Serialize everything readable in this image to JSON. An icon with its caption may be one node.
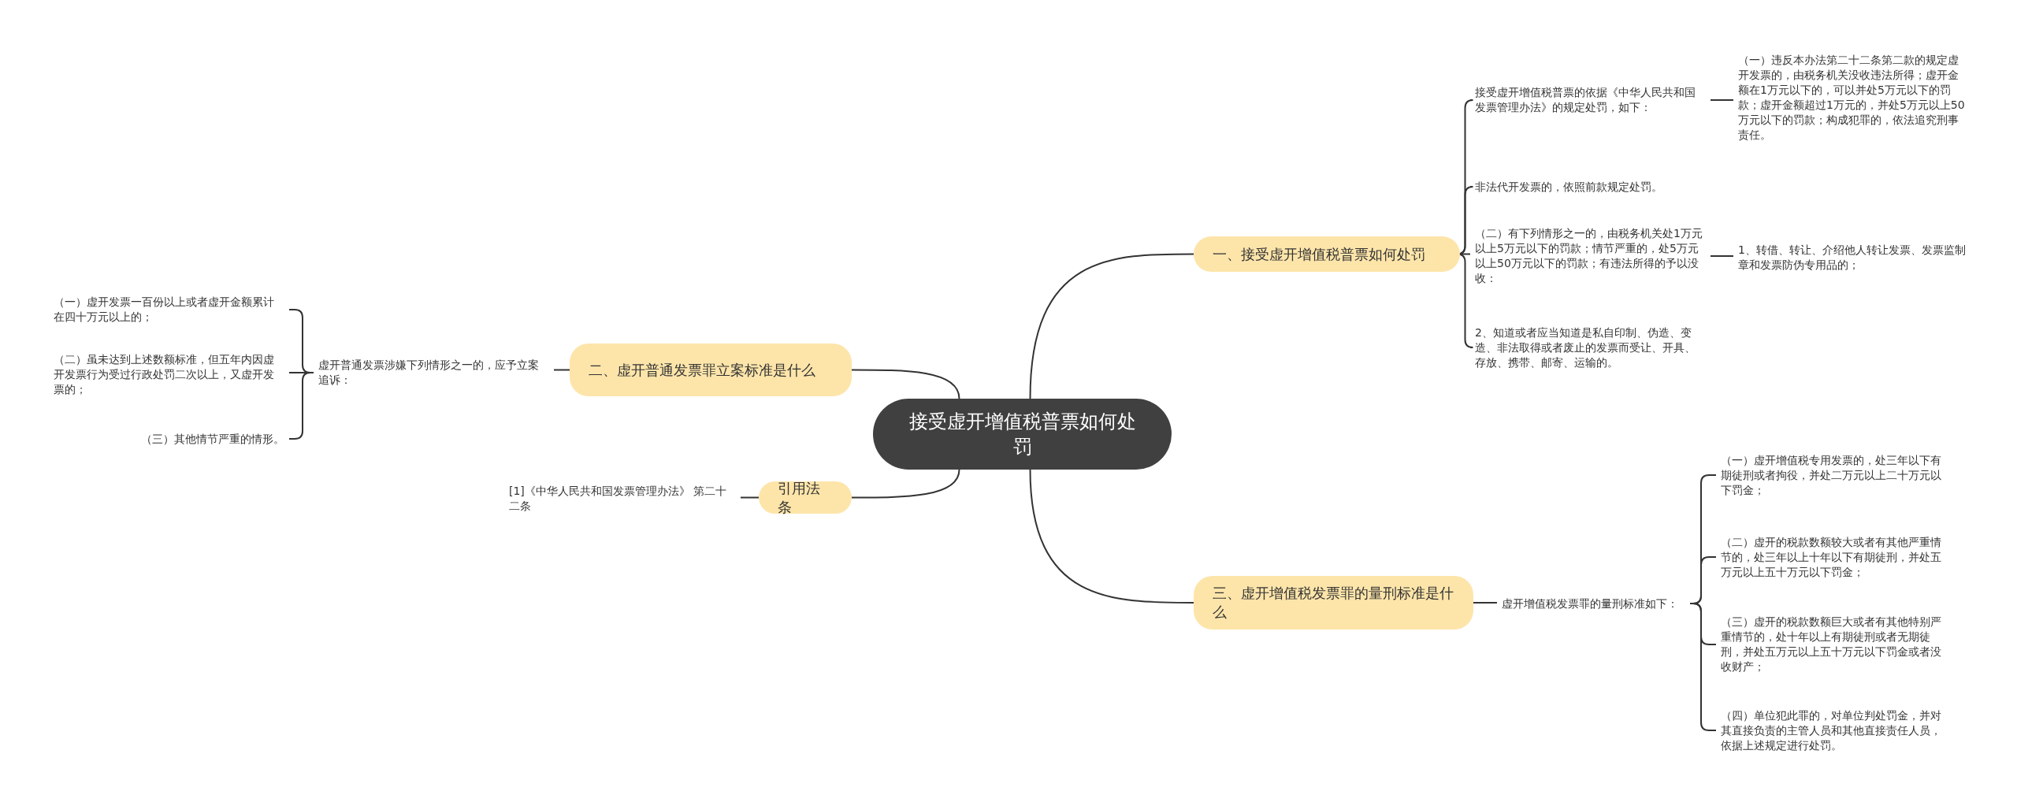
{
  "diagram": {
    "nodes": [
      {
        "text": [
          "接受虚开增值税普票如何处罚"
        ]
      },
      {
        "text": [
          "一、接受虚开增值税普票如何处罚"
        ]
      },
      {
        "text": [
          "接受虚开增值税普票的依据《中华人民共和国发票管理办法》的规定处罚，如下："
        ]
      },
      {
        "text": [
          "（一）违反本办法第二十二条第二款的规定虚开发票的，由税务机关没收违法所得；虚开金额在1万元以下的，可以并处5万元以下的罚款；虚开金额超过1万元的，并处5万元以上50万元以下的罚款；构成犯罪的，依法追究刑事责任。"
        ]
      },
      {
        "text": [
          "非法代开发票的，依照前款规定处罚。"
        ]
      },
      {
        "text": [
          "（二）有下列情形之一的，由税务机关处1万元以上5万元以下的罚款；情节严重的，处5万元以上50万元以下的罚款；有违法所得的予以没收："
        ]
      },
      {
        "text": [
          "1、转借、转让、介绍他人转让发票、发票监制章和发票防伪专用品的；"
        ]
      },
      {
        "text": [
          "2、知道或者应当知道是私自印制、伪造、变造、非法取得或者废止的发票而受让、开具、存放、携带、邮寄、运输的。"
        ]
      },
      {
        "text": [
          "二、虚开普通发票罪立案标准是什么"
        ]
      },
      {
        "text": [
          "虚开普通发票涉嫌下列情形之一的，应予立案追诉："
        ]
      },
      {
        "text": [
          "（一）虚开发票一百份以上或者虚开金额累计在四十万元以上的；"
        ]
      },
      {
        "text": [
          "（二）虽未达到上述数额标准，但五年内因虚开发票行为受过行政处罚二次以上，又虚开发票的；"
        ]
      },
      {
        "text": [
          "（三）其他情节严重的情形。"
        ]
      },
      {
        "text": [
          "引用法条"
        ]
      },
      {
        "text": [
          "[1]《中华人民共和国发票管理办法》 第二十二条"
        ]
      },
      {
        "text": [
          "三、虚开增值税发票罪的量刑标准是什么"
        ]
      },
      {
        "text": [
          "虚开增值税发票罪的量刑标准如下："
        ]
      },
      {
        "text": [
          "（一）虚开增值税专用发票的，处三年以下有期徒刑或者拘役，并处二万元以上二十万元以下罚金；"
        ]
      },
      {
        "text": [
          "（二）虚开的税款数额较大或者有其他严重情节的，处三年以上十年以下有期徒刑，并处五万元以上五十万元以下罚金；"
        ]
      },
      {
        "text": [
          "（三）虚开的税款数额巨大或者有其他特别严重情节的，处十年以上有期徒刑或者无期徒刑，并处五万元以上五十万元以下罚金或者没收财产；"
        ]
      },
      {
        "text": [
          "（四）单位犯此罪的，对单位判处罚金，并对其直接负责的主管人员和其他直接责任人员，依据上述规定进行处罚。"
        ]
      }
    ],
    "edges": [
      {
        "from": 0,
        "to": 1,
        "arrow": "none"
      },
      {
        "from": 1,
        "to": 2,
        "arrow": "none"
      },
      {
        "from": 2,
        "to": 3,
        "arrow": "none"
      },
      {
        "from": 1,
        "to": 4,
        "arrow": "none"
      },
      {
        "from": 1,
        "to": 5,
        "arrow": "none"
      },
      {
        "from": 5,
        "to": 6,
        "arrow": "none"
      },
      {
        "from": 1,
        "to": 7,
        "arrow": "none"
      },
      {
        "from": 0,
        "to": 8,
        "arrow": "none"
      },
      {
        "from": 8,
        "to": 9,
        "arrow": "none"
      },
      {
        "from": 9,
        "to": 10,
        "arrow": "none"
      },
      {
        "from": 9,
        "to": 11,
        "arrow": "none"
      },
      {
        "from": 9,
        "to": 12,
        "arrow": "none"
      },
      {
        "from": 0,
        "to": 13,
        "arrow": "none"
      },
      {
        "from": 13,
        "to": 14,
        "arrow": "none"
      },
      {
        "from": 0,
        "to": 15,
        "arrow": "none"
      },
      {
        "from": 15,
        "to": 16,
        "arrow": "none"
      },
      {
        "from": 16,
        "to": 17,
        "arrow": "none"
      },
      {
        "from": 16,
        "to": 18,
        "arrow": "none"
      },
      {
        "from": 16,
        "to": 19,
        "arrow": "none"
      },
      {
        "from": 16,
        "to": 20,
        "arrow": "none"
      }
    ]
  }
}
